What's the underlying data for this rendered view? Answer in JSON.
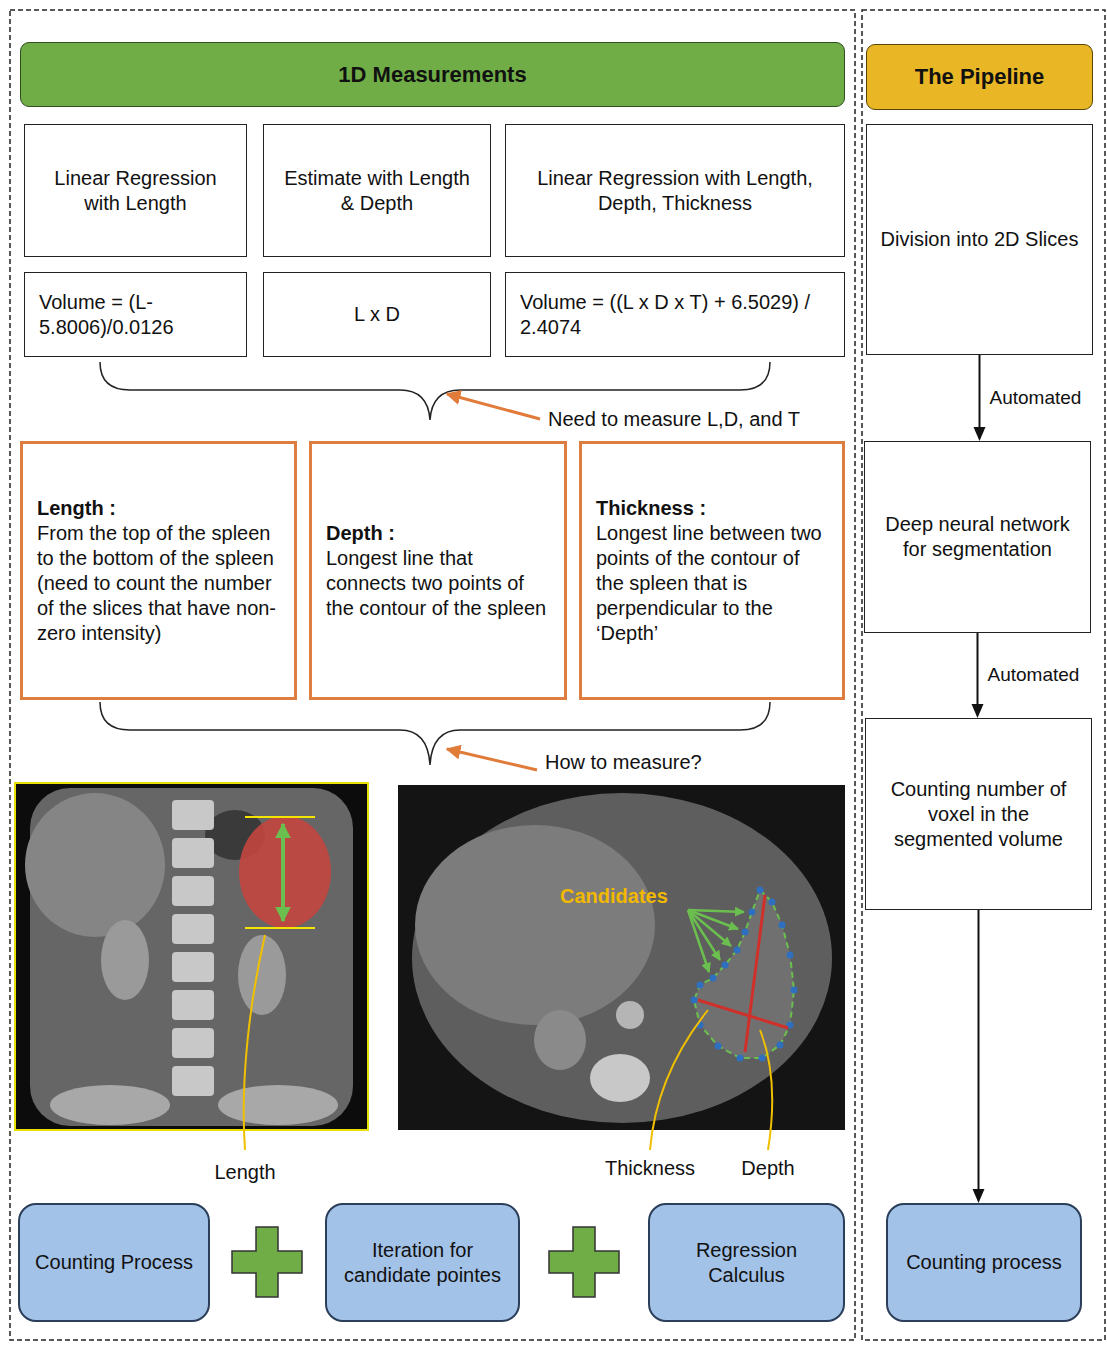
{
  "diagram": {
    "nodes": [
      {
        "text": [
          "1D Measurements"
        ]
      },
      {
        "text": [
          "Linear Regression with Length"
        ]
      },
      {
        "text": [
          "Estimate with Length & Depth"
        ]
      },
      {
        "text": [
          "Linear Regression with Length, Depth, Thickness"
        ]
      },
      {
        "text": [
          "Volume = (L-5.8006)/0.0126"
        ]
      },
      {
        "text": [
          "L x D"
        ]
      },
      {
        "text": [
          "Volume = ((L x D x T) + 6.5029) / 2.4074"
        ]
      },
      {
        "text": [
          "Length :",
          "From the top of the spleen to the bottom of the spleen (need to count the number of the slices that have non-zero intensity)"
        ]
      },
      {
        "text": [
          "Depth :",
          "Longest line that connects two points of the contour of the spleen"
        ]
      },
      {
        "text": [
          "Thickness :",
          "Longest line between two points of the contour of the spleen that is perpendicular to the ‘Depth’"
        ]
      },
      {
        "text": [
          "Counting Process"
        ]
      },
      {
        "text": [
          "Iteration for candidate pointes"
        ]
      },
      {
        "text": [
          "Regression Calculus"
        ]
      },
      {
        "text": [
          "The Pipeline"
        ]
      },
      {
        "text": [
          "Division into 2D Slices"
        ]
      },
      {
        "text": [
          "Deep neural network for segmentation"
        ]
      },
      {
        "text": [
          "Counting number of voxel in the segmented volume"
        ]
      },
      {
        "text": [
          "Counting process"
        ]
      }
    ],
    "edges": [
      {
        "from": 14,
        "to": 15,
        "arrow": "to",
        "label": "Automated"
      },
      {
        "from": 15,
        "to": 16,
        "arrow": "to",
        "label": "Automated"
      },
      {
        "from": 16,
        "to": 17,
        "arrow": "to"
      }
    ],
    "labels": [
      "Need to measure L,D, and T",
      "How to measure?",
      "Candidates",
      "Length",
      "Thickness",
      "Depth"
    ]
  }
}
